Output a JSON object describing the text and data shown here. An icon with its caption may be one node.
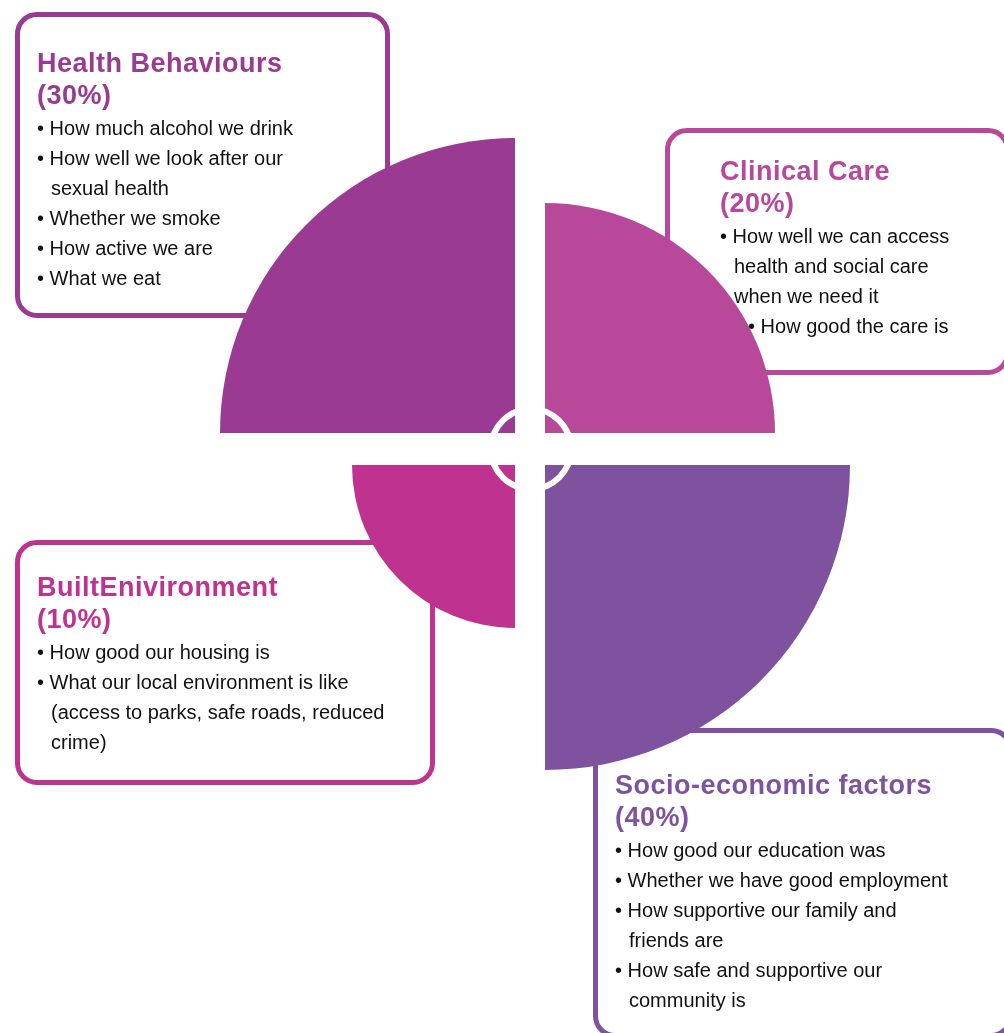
{
  "diagram": {
    "nodes": [
      {
        "text": [
          "Health Behaviours (30%)",
          "• How much alcohol we drink",
          "• How well we look after our sexual health",
          "• Whether we smoke",
          "• How active we are",
          "• What we eat"
        ]
      },
      {
        "text": [
          "Clinical Care (20%)",
          "• How well we can access health and social care when we need it",
          "• How good the care is"
        ]
      },
      {
        "text": [
          "BuiltEnivironment (10%)",
          "• How good our housing is",
          "• What our local environment is like (access to parks, safe roads, reduced crime)"
        ]
      },
      {
        "text": [
          "Socio-economic factors (40%)",
          "• How good our education was",
          "• Whether we have good employment",
          "• How supportive our family and friends are",
          "• How safe and supportive our community is"
        ]
      }
    ]
  }
}
